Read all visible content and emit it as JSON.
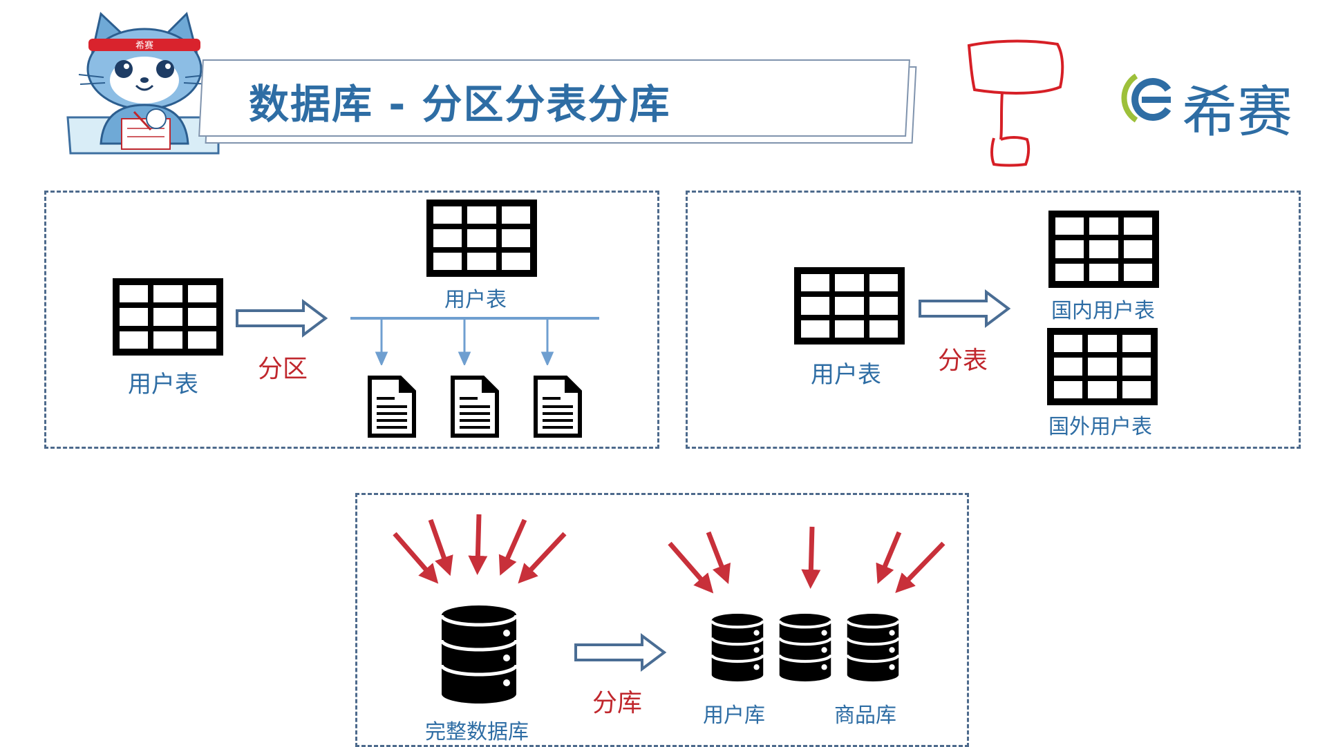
{
  "header": {
    "title": "数据库 - 分区分表分库",
    "brand_name": "希赛",
    "mascot_band_text": "希赛"
  },
  "panel_partition": {
    "source_label": "用户表",
    "action_label": "分区",
    "target_label": "用户表",
    "partition_file_count": 3
  },
  "panel_sharding_table": {
    "source_label": "用户表",
    "action_label": "分表",
    "target_labels": [
      "国内用户表",
      "国外用户表"
    ]
  },
  "panel_sharding_db": {
    "source_label": "完整数据库",
    "action_label": "分库",
    "target_labels": [
      "用户库",
      "商品库"
    ]
  },
  "colors": {
    "title_blue": "#2e6da4",
    "action_red": "#c0272d",
    "arrow_red": "#c8303a",
    "brand_green": "#9dc03a",
    "panel_border": "#4d6a8c"
  }
}
